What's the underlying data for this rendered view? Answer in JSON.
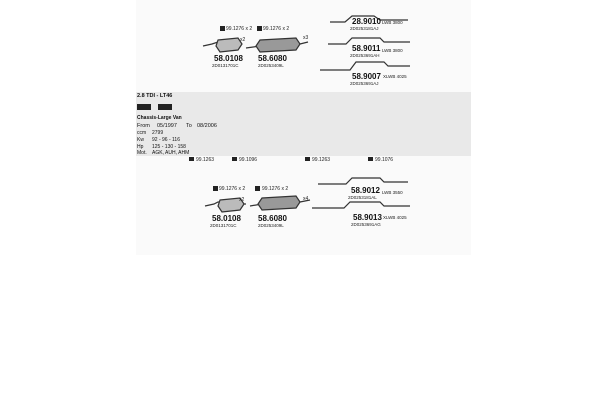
{
  "colors": {
    "panel": "#fafafa",
    "band": "#e9e9e9",
    "ink": "#111111",
    "line": "#333333"
  },
  "vehicle": {
    "model": "2.8 TDI - LT46",
    "body": "Chassis-Large Van",
    "from_label": "From",
    "from_date": "05/1997",
    "to_label": "To",
    "to_date": "08/2006",
    "cc_label": "ccm",
    "cc_value": "2799",
    "kw_label": "Kw",
    "kw_value": "92 - 96 - 116",
    "hp_label": "Hp",
    "hp_value": "125 - 130 - 158",
    "ident_label": "Mot.",
    "ident_value": "AGK, AUH, AHM"
  },
  "section1": {
    "fitting_top_1": "99.1276 x 2",
    "fitting_top_2": "99.1276 x 2",
    "fitting_mid": "x3",
    "fitting_left": "x2",
    "parts": [
      {
        "number": "58.0108",
        "code": "2D0131701C"
      },
      {
        "number": "58.6080",
        "code": "2D0253409L"
      },
      {
        "number": "28.9010",
        "code": "2D0253181AJ",
        "variant": "LWB 3800"
      },
      {
        "number": "58.9011",
        "code": "2D0253691AH",
        "variant": "LWB 3800"
      },
      {
        "number": "58.9007",
        "code": "2D0253691AJ",
        "variant": "XLWB 4025"
      }
    ]
  },
  "section2": {
    "header_fittings": [
      "99.1263",
      "99.1096",
      "99.1263",
      "99.1076"
    ],
    "fitting_top_1": "99.1276 x 2",
    "fitting_top_2": "99.1276 x 2",
    "fitting_mid": "x2",
    "fitting_right": "x4",
    "parts": [
      {
        "number": "58.0108",
        "code": "2D0131701C"
      },
      {
        "number": "58.6080",
        "code": "2D0253409L"
      },
      {
        "number": "58.9012",
        "code": "2D0253181AL",
        "variant": "LWB 3550"
      },
      {
        "number": "58.9013",
        "code": "2D0253691AG",
        "variant": "XLWB 4025"
      }
    ]
  }
}
